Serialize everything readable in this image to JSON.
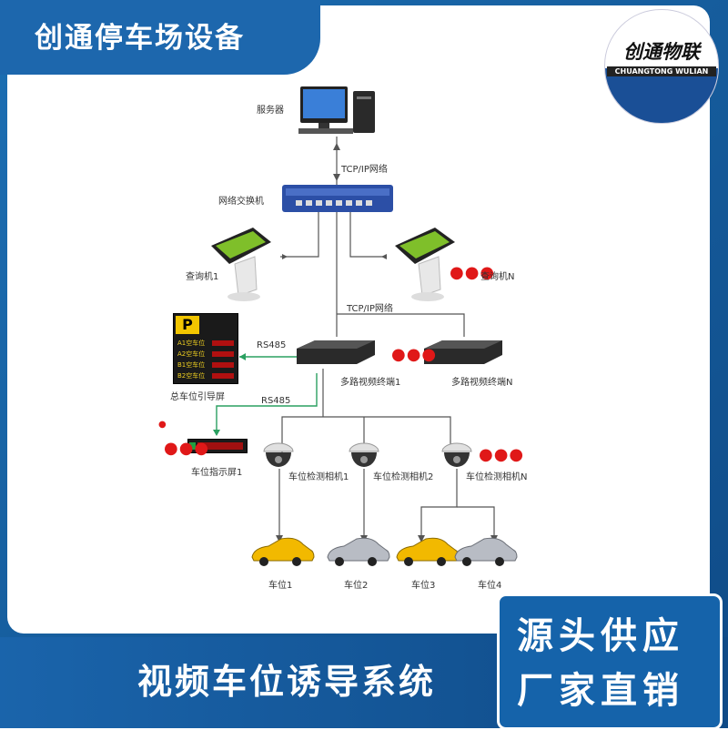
{
  "header": {
    "company": "创通停车场设备"
  },
  "logo": {
    "name": "创通物联",
    "subtitle": "CHUANGTONG WULIAN"
  },
  "diagram": {
    "server": "服务器",
    "link_top": "TCP/IP网络",
    "switch": "网络交换机",
    "kiosk_1": "查询机1",
    "kiosk_n": "查询机N",
    "link_mid": "TCP/IP网络",
    "rs485_top": "RS485",
    "rs485_bottom": "RS485",
    "guide_screen_title": "总车位引导屏",
    "guide_screen_p": "P",
    "guide_rows": [
      "A1空车位",
      "A2空车位",
      "B1空车位",
      "B2空车位"
    ],
    "terminal_1": "多路视频终端1",
    "terminal_n": "多路视频终端N",
    "indicator_1": "车位指示屏1",
    "camera_1": "车位检测相机1",
    "camera_2": "车位检测相机2",
    "camera_n": "车位检测相机N",
    "spot_1": "车位1",
    "spot_2": "车位2",
    "spot_3": "车位3",
    "spot_4": "车位4",
    "ellipsis": "●●●"
  },
  "footer": {
    "title": "视频车位诱导系统",
    "badge_line1": "源头供应",
    "badge_line2": "厂家直销"
  },
  "colors": {
    "brand_blue": "#1d67ad",
    "line_gray": "#555555",
    "rs485_green": "#2aa060",
    "dot_red": "#e01818",
    "car_yellow": "#f2b900",
    "car_silver": "#b8bcc4"
  }
}
